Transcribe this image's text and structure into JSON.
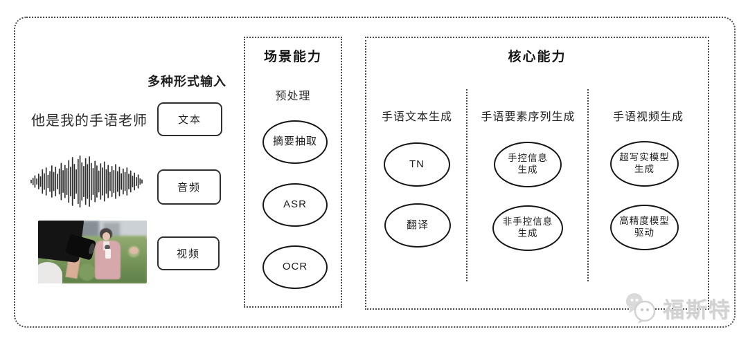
{
  "colors": {
    "ink": "#1c1c1c",
    "box_border": "#2f2f2f",
    "dotted_border": "#4a4a4a",
    "watermark_gray": "#d2d2d2"
  },
  "input": {
    "label": "多种形式输入",
    "sample_text": "他是我的手语老师",
    "types": [
      {
        "label": "文本"
      },
      {
        "label": "音频"
      },
      {
        "label": "视频"
      }
    ],
    "waveform_bars": [
      0.05,
      0.12,
      0.22,
      0.1,
      0.28,
      0.18,
      0.45,
      0.3,
      0.52,
      0.24,
      0.38,
      0.6,
      0.35,
      0.55,
      0.28,
      0.48,
      0.7,
      0.42,
      0.62,
      0.5,
      0.8,
      0.55,
      0.92,
      0.66,
      0.45,
      0.85,
      1.0,
      0.72,
      0.58,
      0.88,
      0.65,
      0.95,
      0.7,
      0.5,
      0.78,
      0.6,
      0.4,
      0.68,
      0.52,
      0.75,
      0.45,
      0.62,
      0.35,
      0.58,
      0.42,
      0.65,
      0.38,
      0.55,
      0.3,
      0.48,
      0.35,
      0.52,
      0.28,
      0.4,
      0.2,
      0.32,
      0.15,
      0.25,
      0.1,
      0.06
    ]
  },
  "scene": {
    "title": "场景能力",
    "stage_label": "预处理",
    "nodes": [
      {
        "label": "摘要抽取"
      },
      {
        "label": "ASR"
      },
      {
        "label": "OCR"
      }
    ]
  },
  "core": {
    "title": "核心能力",
    "columns": [
      {
        "header": "手语文本生成",
        "nodes": [
          {
            "label": "TN"
          },
          {
            "label": "翻译"
          }
        ]
      },
      {
        "header": "手语要素序列生成",
        "nodes": [
          {
            "label": "手控信息\n生成"
          },
          {
            "label": "非手控信息\n生成"
          }
        ]
      },
      {
        "header": "手语视频生成",
        "nodes": [
          {
            "label": "超写实模型\n生成"
          },
          {
            "label": "高精度模型\n驱动"
          }
        ]
      }
    ]
  },
  "watermark": {
    "text": "福斯特"
  }
}
